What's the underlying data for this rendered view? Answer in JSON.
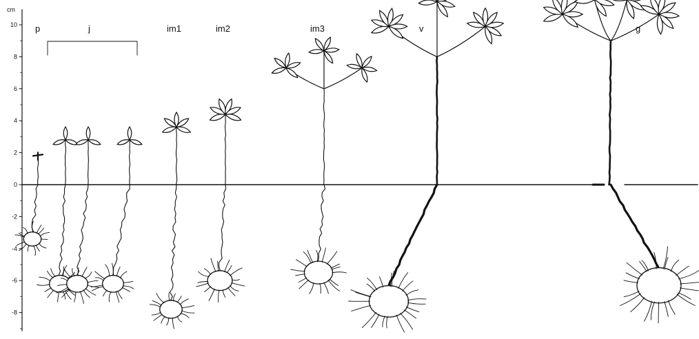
{
  "axis": {
    "unit": "cm",
    "ticks": [
      "10",
      "8",
      "6",
      "4",
      "2",
      "0",
      "-2",
      "-4",
      "-6",
      "-8"
    ]
  },
  "stages": [
    {
      "id": "p",
      "label": "p",
      "height_cm": 1.8,
      "root_cm": -3.4,
      "nodes": 1,
      "leaflets": 2,
      "tuber": 0.3,
      "plants": 1
    },
    {
      "id": "j",
      "label": "j",
      "height_cm": 2.8,
      "root_cm": -6.2,
      "nodes": 1,
      "leaflets": 3,
      "tuber": 0.45,
      "plants": 3
    },
    {
      "id": "im1",
      "label": "im1",
      "height_cm": 3.6,
      "root_cm": -7.8,
      "nodes": 1,
      "leaflets": 5,
      "tuber": 0.5,
      "plants": 1
    },
    {
      "id": "im2",
      "label": "im2",
      "height_cm": 4.4,
      "root_cm": -6.0,
      "nodes": 1,
      "leaflets": 6,
      "tuber": 0.6,
      "plants": 1
    },
    {
      "id": "im3",
      "label": "im3",
      "height_cm": 6.0,
      "root_cm": -5.5,
      "nodes": 3,
      "leaflets": 5,
      "tuber": 0.75,
      "plants": 1
    },
    {
      "id": "v",
      "label": "v",
      "height_cm": 8.0,
      "root_cm": -7.3,
      "nodes": 3,
      "leaflets": 7,
      "tuber": 1.2,
      "plants": 1
    },
    {
      "id": "g",
      "label": "g",
      "height_cm": 9.0,
      "root_cm": -6.3,
      "nodes": 4,
      "leaflets": 7,
      "tuber": 1.4,
      "plants": 1
    }
  ]
}
